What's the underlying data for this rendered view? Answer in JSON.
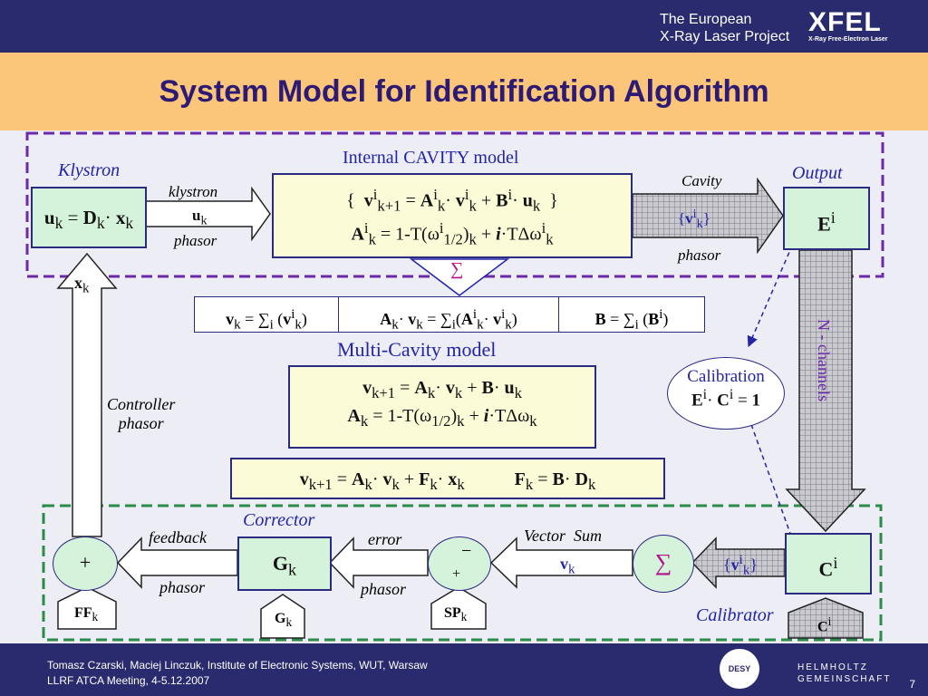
{
  "header": {
    "project_line1": "The European",
    "project_line2": "X-Ray Laser Project",
    "logo_text": "XFEL",
    "logo_subtext": "X-Ray Free-Electron Laser"
  },
  "title": "System Model for Identification Algorithm",
  "labels": {
    "internal_cavity_model": "Internal CAVITY model",
    "klystron": "Klystron",
    "output": "Output",
    "klystron_phasor_1": "klystron",
    "klystron_phasor_2": "phasor",
    "cavity_phasor_1": "Cavity",
    "cavity_phasor_2": "phasor",
    "multi_cavity_model": "Multi-Cavity model",
    "controller_phasor_1": "Controller",
    "controller_phasor_2": "phasor",
    "n_channels": "N - channels",
    "calibration": "Calibration",
    "corrector": "Corrector",
    "feedback": "feedback",
    "error": "error",
    "vector_sum": "Vector  Sum",
    "phasor": "phasor",
    "calibrator": "Calibrator",
    "plus": "+",
    "minus": "−",
    "sum_symbol": "∑"
  },
  "footer": {
    "line1": "Tomasz Czarski, Maciej Linczuk, Institute of Electronic Systems, WUT, Warsaw",
    "line2": "LLRF ATCA Meeting, 4-5.12.2007",
    "page": "7",
    "desy": "DESY",
    "helmholtz_1": "HELMHOLTZ",
    "helmholtz_2": "GEMEINSCHAFT"
  },
  "colors": {
    "header_bg": "#2a2a6e",
    "title_band": "#fbc67a",
    "title_text": "#2c1a74",
    "box_yellow": "#fbfbd8",
    "box_green": "#d5f2da",
    "dash_purple": "#6b2aa8",
    "dash_green": "#2c8a4a"
  }
}
